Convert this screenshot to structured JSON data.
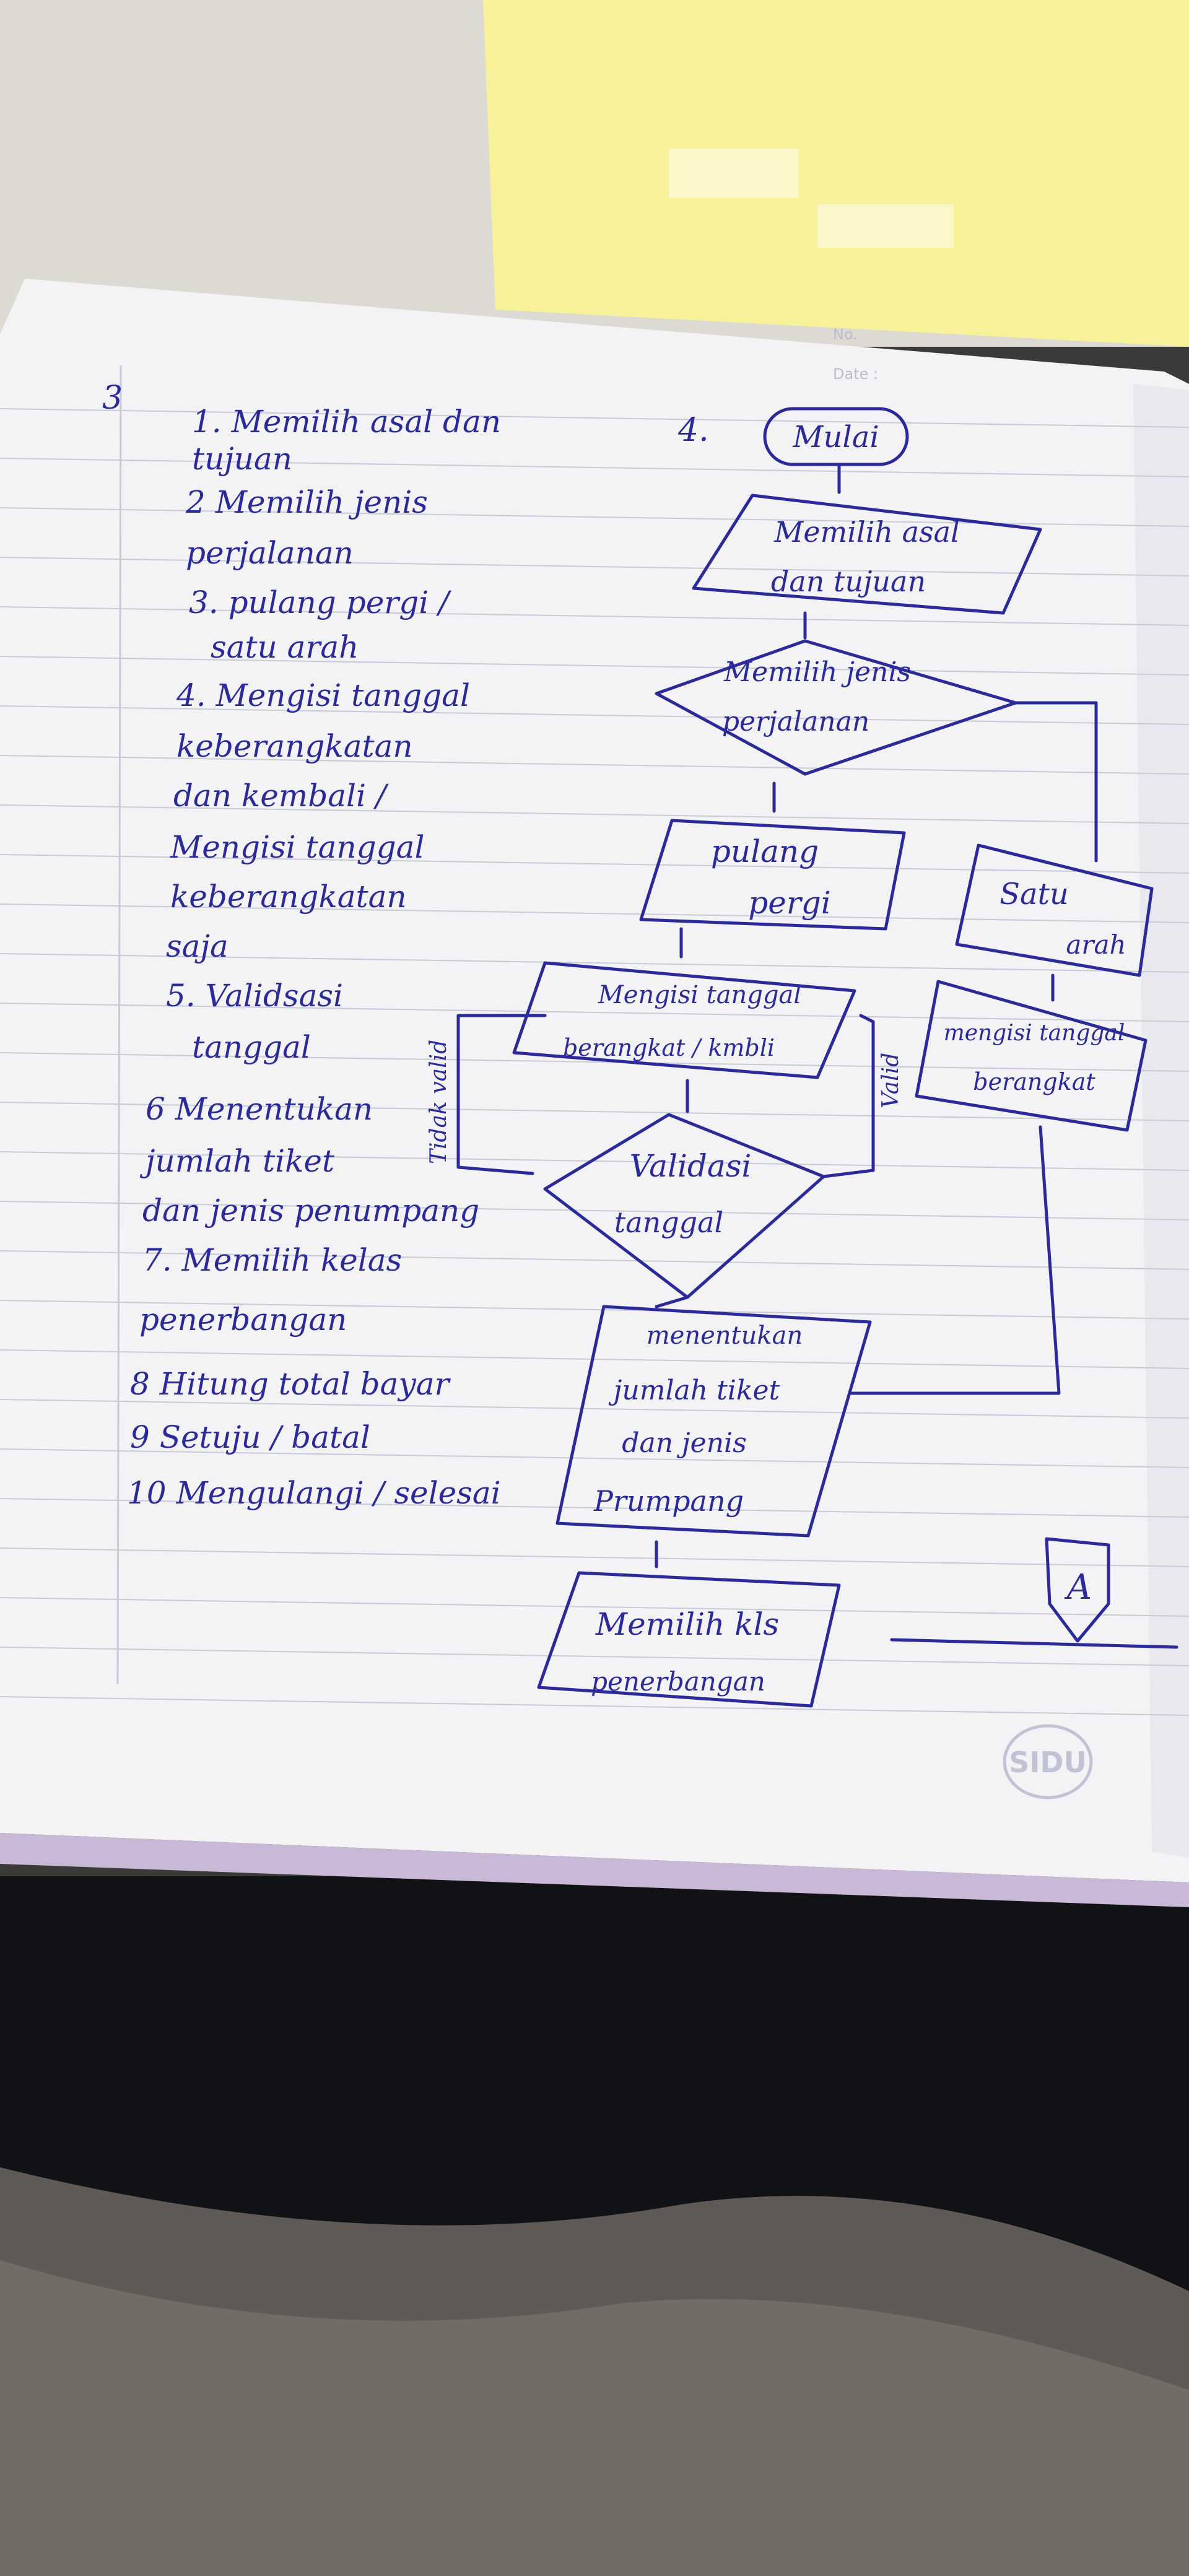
{
  "header": {
    "no_label": "No.",
    "date_label": "Date :"
  },
  "left_list": {
    "question_number": "3",
    "lines": [
      "1. Memilih asal dan",
      "tujuan",
      "2 Memilih jenis",
      "perjalanan",
      "3. pulang pergi /",
      "satu arah",
      "4. Mengisi tanggal",
      "keberangkatan",
      "dan kembali /",
      "Mengisi tanggal",
      "keberangkatan",
      "saja",
      "5. Validsasi",
      "tanggal",
      "6 Menentukan",
      "jumlah tiket",
      "dan jenis penumpang",
      "7. Memilih kelas",
      "penerbangan",
      "8 Hitung total bayar",
      "9 Setuju / batal",
      "10 Mengulangi / selesai"
    ]
  },
  "flowchart": {
    "question_number": "4.",
    "start": "Mulai",
    "step1": [
      "Memilih asal",
      "dan tujuan"
    ],
    "decision1": [
      "Memilih jenis",
      "perjalanan"
    ],
    "roundtrip": [
      "pulang",
      "pergi"
    ],
    "oneway": [
      "Satu",
      "arah"
    ],
    "fill_dates": [
      "Mengisi tanggal",
      "berangkat / kmbli"
    ],
    "fill_depart": [
      "mengisi tanggal",
      "berangkat"
    ],
    "validate": [
      "Validasi",
      "tanggal"
    ],
    "invalid_label": "Tidak valid",
    "valid_label": "Valid",
    "tickets": [
      "menentukan",
      "jumlah tiket",
      "dan jenis",
      "Prumpang"
    ],
    "class": [
      "Memilih kls",
      "penerbangan"
    ],
    "connector": "A"
  },
  "stamp": "SIDU",
  "colors": {
    "ink": "#2a2a9a",
    "paper": "#f3f3f6",
    "rule_lines": "#c8cad8",
    "sticky_note": "#f7f29a"
  }
}
